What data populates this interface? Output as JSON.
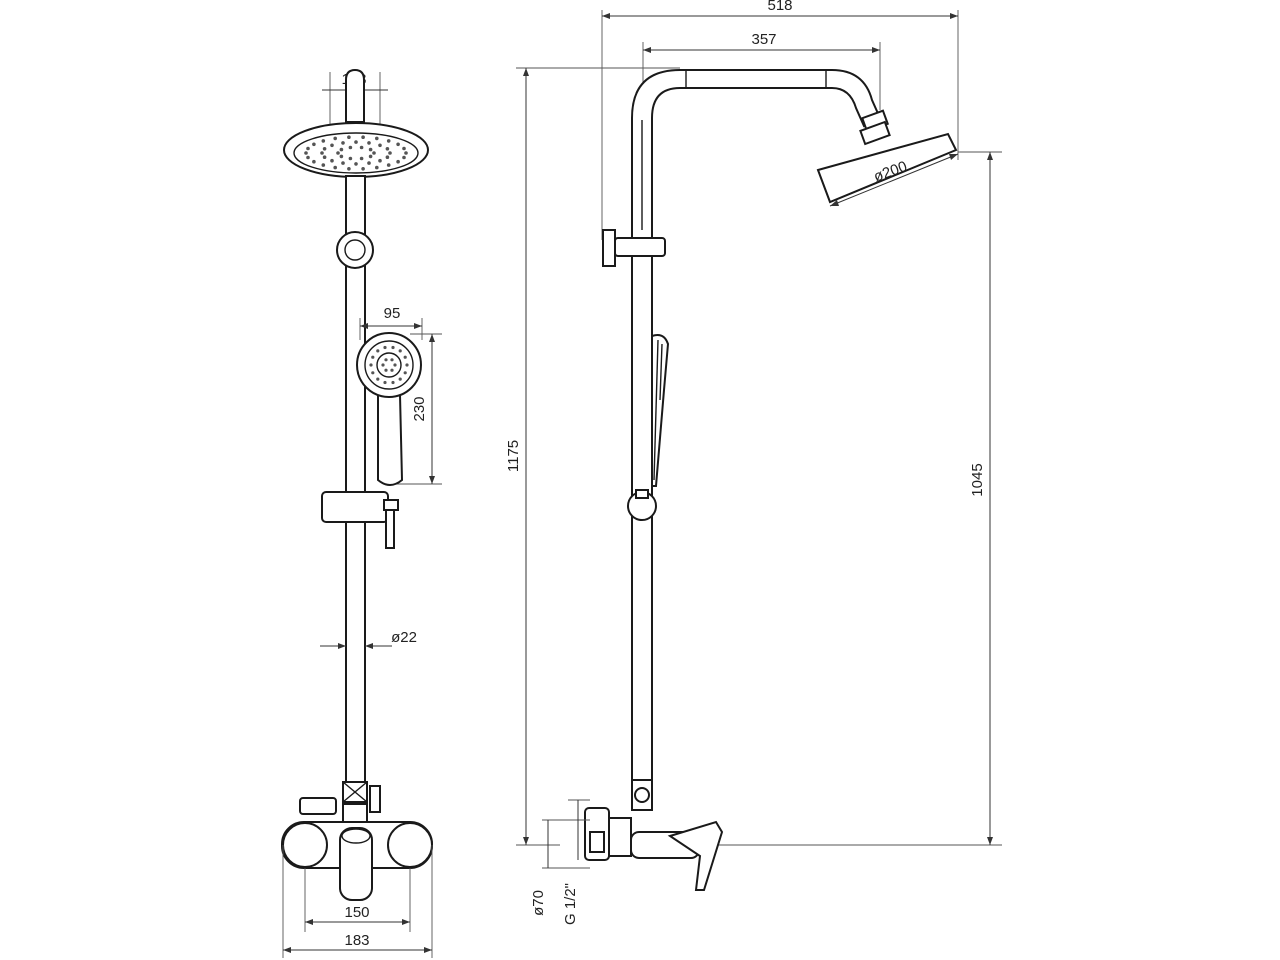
{
  "dimensions": {
    "front": {
      "top_width": "183",
      "hand_shower_width": "95",
      "hand_shower_height": "230",
      "rail_diameter": "ø22",
      "mixer_spacing": "150",
      "mixer_width": "183"
    },
    "side": {
      "total_reach": "518",
      "arm_reach": "357",
      "total_height": "1175",
      "head_diameter": "ø200",
      "head_height": "1045",
      "flange_diameter": "ø70",
      "thread": "G 1/2\""
    }
  }
}
